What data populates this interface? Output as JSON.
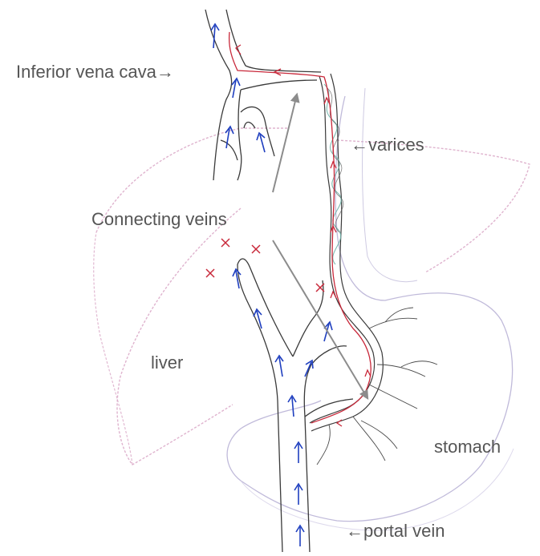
{
  "diagram": {
    "labels": {
      "inferior_vena_cava": "Inferior vena cava",
      "varices": "varices",
      "connecting_veins": "Connecting veins",
      "liver": "liver",
      "stomach": "stomach",
      "portal_vein": "portal vein"
    },
    "arrow_glyphs": {
      "right": "→",
      "left": "←"
    },
    "colors": {
      "label_text": "#555555",
      "vessel_outline": "#3a3a3a",
      "flow_arrow_blue": "#1f3fbf",
      "flow_arrow_red": "#c8283a",
      "liver_outline": "#d9a6c6",
      "stomach_outline": "#b9b3d6",
      "annotation_arrow": "#8c8c8c",
      "varix_tint": "#6fb3a8"
    }
  }
}
